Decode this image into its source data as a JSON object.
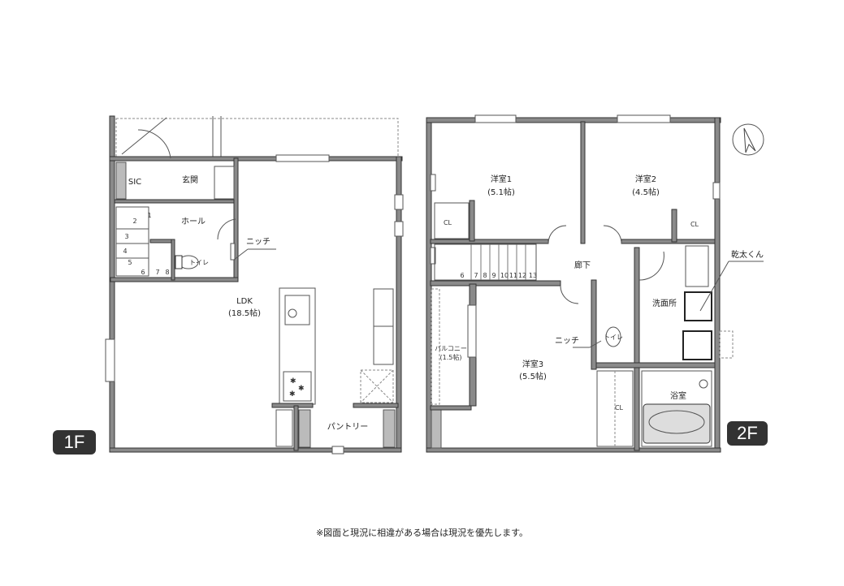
{
  "floor1": {
    "badge": "1F",
    "rooms": {
      "shoe_closet": "SIC",
      "entrance": "玄関",
      "hall": "ホール",
      "niche": "ニッチ",
      "toilet": "トイレ",
      "ldk": "LDK",
      "ldk_size": "(18.5帖)",
      "pantry": "パントリー"
    },
    "stair_steps": [
      "1",
      "2",
      "3",
      "4",
      "5",
      "6",
      "7",
      "8"
    ]
  },
  "floor2": {
    "badge": "2F",
    "rooms": {
      "room1": "洋室1",
      "room1_size": "(5.1帖)",
      "room2": "洋室2",
      "room2_size": "(4.5帖)",
      "room3": "洋室3",
      "room3_size": "(5.5帖)",
      "corridor": "廊下",
      "washroom": "洗面所",
      "dryer": "乾太くん",
      "niche": "ニッチ",
      "toilet": "トイレ",
      "balcony": "バルコニー",
      "balcony_size": "(1.5帖)",
      "bathroom": "浴室",
      "closet": "CL"
    },
    "stair_steps": [
      "6",
      "7",
      "8",
      "9",
      "10",
      "11",
      "12",
      "13"
    ]
  },
  "compass": "north-arrow-icon",
  "footer_note": "※図面と現況に相違がある場合は現況を優先します。"
}
